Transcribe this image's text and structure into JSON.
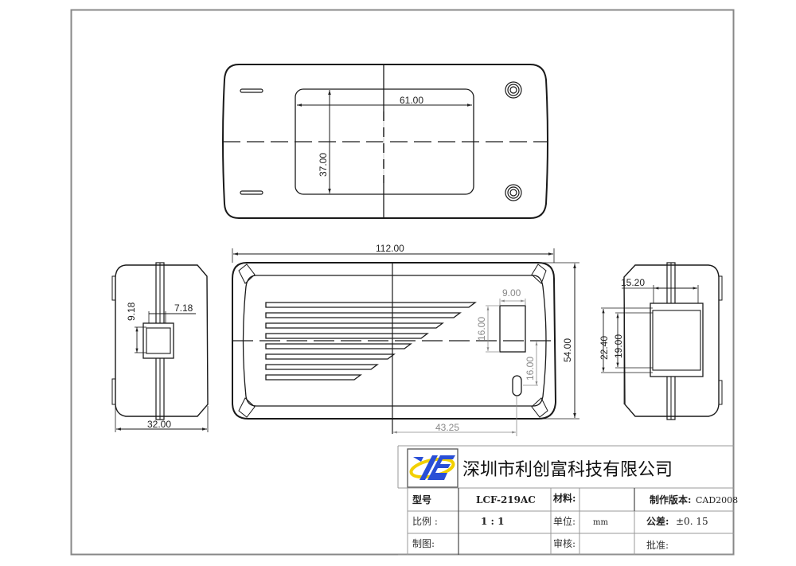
{
  "drawing": {
    "top_view": {
      "dimensions": {
        "window_width": "61.00",
        "window_height": "37.00"
      }
    },
    "front_view": {
      "dimensions": {
        "overall_length": "112.00",
        "overall_height": "54.00",
        "cutout_width": "9.00",
        "cutout_height": "16.00",
        "slot_offset_vertical": "16.00",
        "slot_offset_horizontal": "43.25"
      }
    },
    "left_view": {
      "dimensions": {
        "overall_width": "32.00",
        "opening_height": "9.18",
        "opening_width": "7.18"
      }
    },
    "right_view": {
      "dimensions": {
        "opening_width": "15.20",
        "outer_height": "22.40",
        "inner_height": "19.00"
      }
    }
  },
  "title_block": {
    "company_name": "深圳市利创富科技有限公司",
    "logo": "company-logo",
    "rows": [
      {
        "label1": "型号",
        "value1": "LCF-219AC",
        "label2": "材料:",
        "value2": "",
        "label3": "制作版本:",
        "value3": "CAD2008"
      },
      {
        "label1": "比例 :",
        "value1": "1 : 1",
        "label2": "单位:",
        "value2": "mm",
        "label3": "公差:",
        "value3": "±0. 15"
      },
      {
        "label1": "制图:",
        "value1": "",
        "label2": "审核:",
        "value2": "",
        "label3": "批准:",
        "value3": ""
      }
    ]
  },
  "colors": {
    "line": "#1a1a1a",
    "dim_grey": "#8a8a8a",
    "border": "#888888",
    "logo_blue": "#2a4fd6",
    "logo_yellow": "#f2d000"
  }
}
